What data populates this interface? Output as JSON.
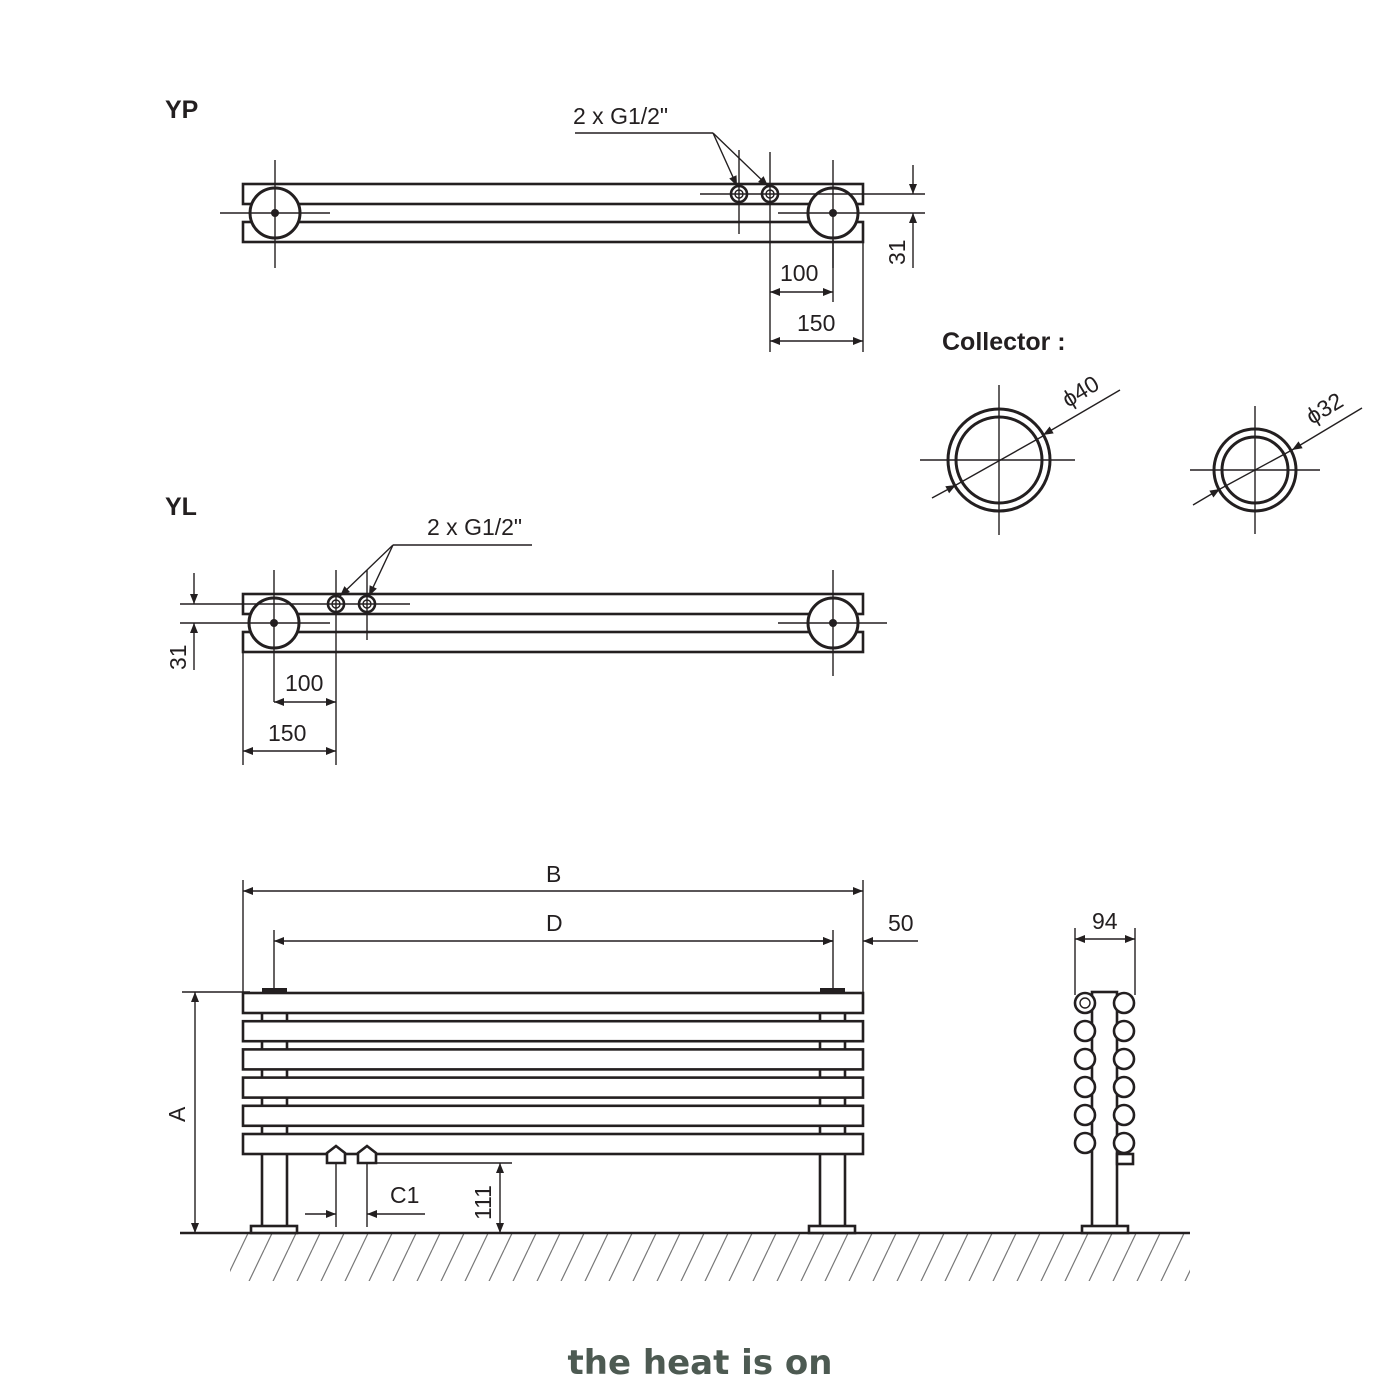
{
  "views": {
    "yp": {
      "label": "YP",
      "connection_note": "2 x G1/2\"",
      "dim_inner": "100",
      "dim_outer": "150",
      "dim_height": "31"
    },
    "yl": {
      "label": "YL",
      "connection_note": "2 x G1/2\"",
      "dim_inner": "100",
      "dim_outer": "150",
      "dim_height": "31"
    },
    "collector": {
      "label": "Collector :",
      "large_diameter": "ϕ40",
      "small_diameter": "ϕ32"
    },
    "front": {
      "dim_overall_width": "B",
      "dim_center_distance": "D",
      "dim_offset": "50",
      "dim_height": "A",
      "dim_connection_spacing": "C1",
      "dim_floor_clearance": "111"
    },
    "side": {
      "dim_depth": "94"
    }
  },
  "brand": {
    "logo_text": "the heat is on",
    "color": "#4d5a52"
  },
  "colors": {
    "line": "#231f20",
    "background": "#ffffff"
  }
}
